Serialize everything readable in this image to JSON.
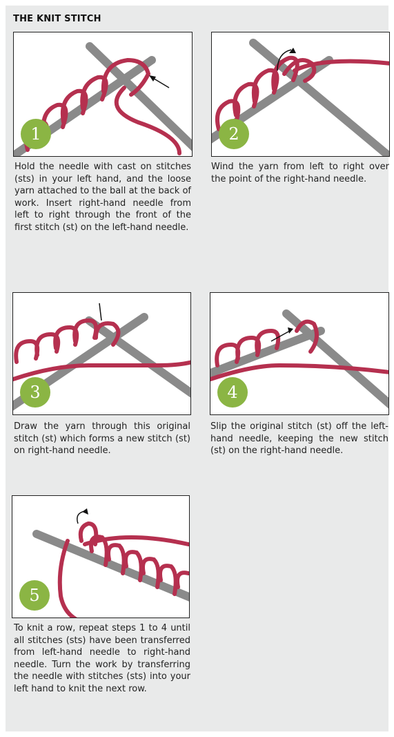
{
  "title": "THE KNIT STITCH",
  "steps": [
    {
      "number": "1",
      "text": "Hold the needle with cast on stitches (sts) in your left hand, and the loose yarn attached to the ball at the back of work. Insert right-hand needle from left to right through the front of the first stitch (st) on the left-hand needle."
    },
    {
      "number": "2",
      "text": "Wind the yarn from left to right over the point of the right-hand needle."
    },
    {
      "number": "3",
      "text": "Draw the yarn through this original stitch (st) which forms a new stitch (st) on right-hand needle."
    },
    {
      "number": "4",
      "text": "Slip the original stitch (st) off the left-hand needle, keeping the new stitch (st) on the right-hand needle."
    },
    {
      "number": "5",
      "text": "To knit a row, repeat steps 1 to 4 until all stitches (sts) have been transferred from left-hand needle to right-hand needle. Turn the work by transferring the needle with stitches (sts) into your left hand to knit the next row."
    }
  ],
  "colors": {
    "badge": "#8bb544",
    "yarn": "#b5304f",
    "needle": "#8a8a8a"
  }
}
